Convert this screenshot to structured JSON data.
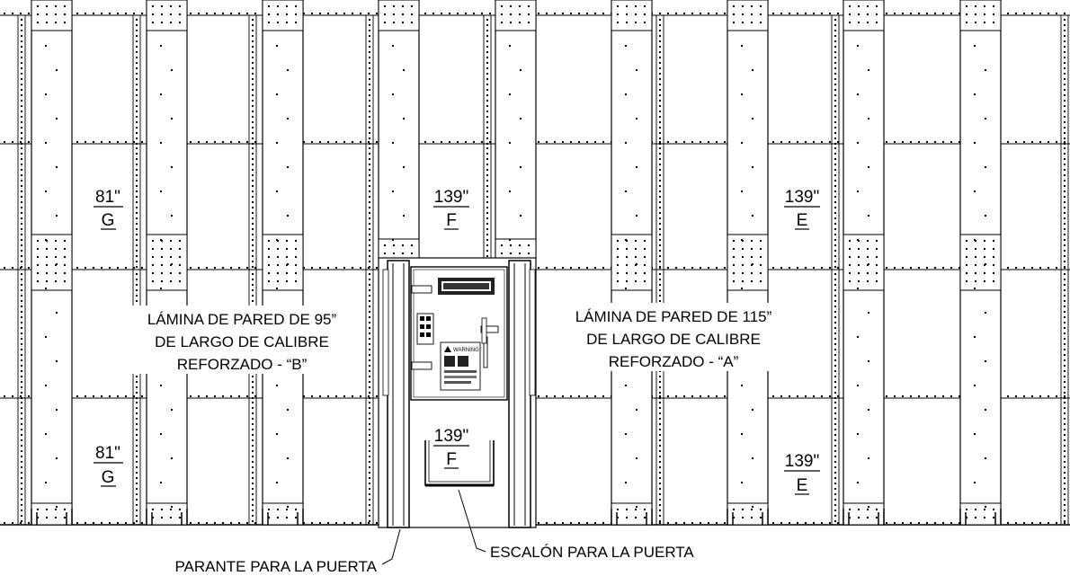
{
  "labels": {
    "wall_sheet_b": [
      "LÁMINA DE PARED DE 95”",
      "DE LARGO DE CALIBRE",
      "REFORZADO - “B”"
    ],
    "wall_sheet_a": [
      "LÁMINA DE PARED DE 115”",
      "DE LARGO DE CALIBRE",
      "REFORZADO - “A”"
    ],
    "door_post": "PARANTE PARA LA PUERTA",
    "door_step": "ESCALÓN PARA LA PUERTA"
  },
  "sheet_marks": {
    "upper_left": {
      "length": "81\"",
      "letter": "G"
    },
    "upper_center": {
      "length": "139\"",
      "letter": "F"
    },
    "upper_right": {
      "length": "139\"",
      "letter": "E"
    },
    "lower_left": {
      "length": "81\"",
      "letter": "G"
    },
    "lower_center": {
      "length": "139\"",
      "letter": "F"
    },
    "lower_right": {
      "length": "139\"",
      "letter": "E"
    }
  },
  "door_panel": {
    "warning_text": "WARNING"
  }
}
